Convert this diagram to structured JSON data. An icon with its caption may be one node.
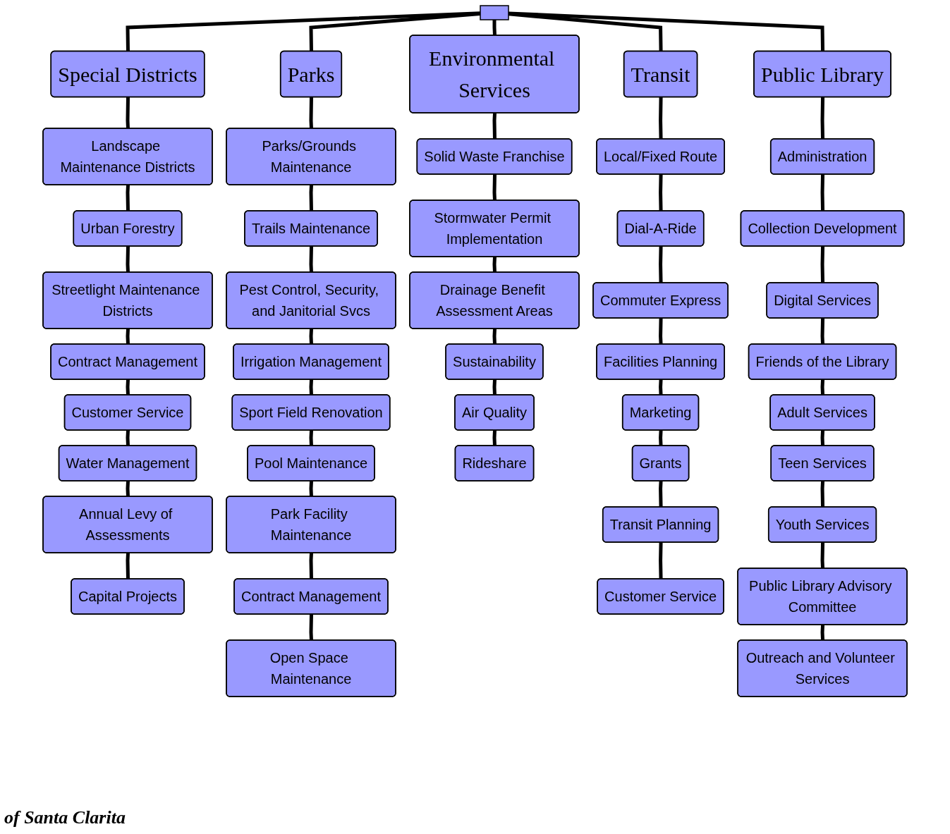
{
  "diagram": {
    "nodes": [
      {
        "text": [],
        "shape": "box"
      },
      {
        "text": [
          "Special Districts"
        ]
      },
      {
        "text": [
          "Landscape Maintenance Districts"
        ]
      },
      {
        "text": [
          "Urban Forestry"
        ]
      },
      {
        "text": [
          "Streetlight Maintenance Districts"
        ]
      },
      {
        "text": [
          "Contract Management"
        ]
      },
      {
        "text": [
          "Customer Service"
        ]
      },
      {
        "text": [
          "Water Management"
        ]
      },
      {
        "text": [
          "Annual Levy of Assessments"
        ]
      },
      {
        "text": [
          "Capital Projects"
        ]
      },
      {
        "text": [
          "Parks"
        ]
      },
      {
        "text": [
          "Parks/Grounds Maintenance"
        ]
      },
      {
        "text": [
          "Trails Maintenance"
        ]
      },
      {
        "text": [
          "Pest Control, Security, and Janitorial Svcs"
        ]
      },
      {
        "text": [
          "Irrigation Management"
        ]
      },
      {
        "text": [
          "Sport Field Renovation"
        ]
      },
      {
        "text": [
          "Pool Maintenance"
        ]
      },
      {
        "text": [
          "Park Facility Maintenance"
        ]
      },
      {
        "text": [
          "Contract Management"
        ]
      },
      {
        "text": [
          "Open Space Maintenance"
        ]
      },
      {
        "text": [
          "Environmental Services"
        ]
      },
      {
        "text": [
          "Solid Waste Franchise"
        ]
      },
      {
        "text": [
          "Stormwater Permit Implementation"
        ]
      },
      {
        "text": [
          "Drainage Benefit Assessment Areas"
        ]
      },
      {
        "text": [
          "Sustainability"
        ]
      },
      {
        "text": [
          "Air Quality"
        ]
      },
      {
        "text": [
          "Rideshare"
        ]
      },
      {
        "text": [
          "Transit"
        ]
      },
      {
        "text": [
          "Local/Fixed Route"
        ]
      },
      {
        "text": [
          "Dial-A-Ride"
        ]
      },
      {
        "text": [
          "Commuter Express"
        ]
      },
      {
        "text": [
          "Facilities Planning"
        ]
      },
      {
        "text": [
          "Marketing"
        ]
      },
      {
        "text": [
          "Grants"
        ]
      },
      {
        "text": [
          "Transit Planning"
        ]
      },
      {
        "text": [
          "Customer Service"
        ]
      },
      {
        "text": [
          "Public Library"
        ]
      },
      {
        "text": [
          "Administration"
        ]
      },
      {
        "text": [
          "Collection Development"
        ]
      },
      {
        "text": [
          "Digital Services"
        ]
      },
      {
        "text": [
          "Friends of the Library"
        ]
      },
      {
        "text": [
          "Adult Services"
        ]
      },
      {
        "text": [
          "Teen Services"
        ]
      },
      {
        "text": [
          "Youth Services"
        ]
      },
      {
        "text": [
          "Public Library Advisory Committee"
        ]
      },
      {
        "text": [
          "Outreach and Volunteer Services"
        ]
      }
    ],
    "edges": [
      {
        "from": 0,
        "to": 1,
        "arrow": "none"
      },
      {
        "from": 0,
        "to": 10,
        "arrow": "none"
      },
      {
        "from": 0,
        "to": 20,
        "arrow": "none"
      },
      {
        "from": 0,
        "to": 27,
        "arrow": "none"
      },
      {
        "from": 0,
        "to": 36,
        "arrow": "none"
      },
      {
        "from": 1,
        "to": 2,
        "arrow": "none"
      },
      {
        "from": 2,
        "to": 3,
        "arrow": "none"
      },
      {
        "from": 3,
        "to": 4,
        "arrow": "none"
      },
      {
        "from": 4,
        "to": 5,
        "arrow": "none"
      },
      {
        "from": 5,
        "to": 6,
        "arrow": "none"
      },
      {
        "from": 6,
        "to": 7,
        "arrow": "none"
      },
      {
        "from": 7,
        "to": 8,
        "arrow": "none"
      },
      {
        "from": 8,
        "to": 9,
        "arrow": "none"
      },
      {
        "from": 10,
        "to": 11,
        "arrow": "none"
      },
      {
        "from": 11,
        "to": 12,
        "arrow": "none"
      },
      {
        "from": 12,
        "to": 13,
        "arrow": "none"
      },
      {
        "from": 13,
        "to": 14,
        "arrow": "none"
      },
      {
        "from": 14,
        "to": 15,
        "arrow": "none"
      },
      {
        "from": 15,
        "to": 16,
        "arrow": "none"
      },
      {
        "from": 16,
        "to": 17,
        "arrow": "none"
      },
      {
        "from": 17,
        "to": 18,
        "arrow": "none"
      },
      {
        "from": 18,
        "to": 19,
        "arrow": "none"
      },
      {
        "from": 20,
        "to": 21,
        "arrow": "none"
      },
      {
        "from": 21,
        "to": 22,
        "arrow": "none"
      },
      {
        "from": 22,
        "to": 23,
        "arrow": "none"
      },
      {
        "from": 23,
        "to": 24,
        "arrow": "none"
      },
      {
        "from": 24,
        "to": 25,
        "arrow": "none"
      },
      {
        "from": 25,
        "to": 26,
        "arrow": "none"
      },
      {
        "from": 27,
        "to": 28,
        "arrow": "none"
      },
      {
        "from": 28,
        "to": 29,
        "arrow": "none"
      },
      {
        "from": 29,
        "to": 30,
        "arrow": "none"
      },
      {
        "from": 30,
        "to": 31,
        "arrow": "none"
      },
      {
        "from": 31,
        "to": 32,
        "arrow": "none"
      },
      {
        "from": 32,
        "to": 33,
        "arrow": "none"
      },
      {
        "from": 33,
        "to": 34,
        "arrow": "none"
      },
      {
        "from": 34,
        "to": 35,
        "arrow": "none"
      },
      {
        "from": 36,
        "to": 37,
        "arrow": "none"
      },
      {
        "from": 37,
        "to": 38,
        "arrow": "none"
      },
      {
        "from": 38,
        "to": 39,
        "arrow": "none"
      },
      {
        "from": 39,
        "to": 40,
        "arrow": "none"
      },
      {
        "from": 40,
        "to": 41,
        "arrow": "none"
      },
      {
        "from": 41,
        "to": 42,
        "arrow": "none"
      },
      {
        "from": 42,
        "to": 43,
        "arrow": "none"
      },
      {
        "from": 43,
        "to": 44,
        "arrow": "none"
      },
      {
        "from": 44,
        "to": 45,
        "arrow": "none"
      }
    ],
    "labels": [
      "of Santa Clarita"
    ]
  }
}
